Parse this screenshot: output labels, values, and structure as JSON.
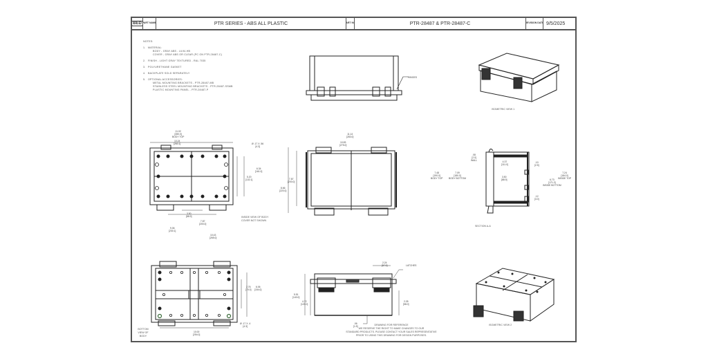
{
  "title_block": {
    "logo": "BED",
    "part_name_label": "PART NAME",
    "part_name": "PTR SERIES - ABS ALL PLASTIC",
    "part_no_label": "PART NO.",
    "part_no": "PTR-28487 & PTR-28487-C",
    "revision_date_label": "REVISION DATE",
    "revision_date": "9/5/2025"
  },
  "notes": {
    "heading": "NOTES:",
    "items": [
      {
        "num": "1.",
        "text": "MATERIAL:",
        "sub": [
          "BODY - GRAY ABS - UL94-HB",
          "COVER - GRAY ABS OR CLEAR (PC ON PTR-28487-C)"
        ]
      },
      {
        "num": "2.",
        "text": "FINISH - LIGHT GRAY TEXTURED - RAL 7035",
        "sub": []
      },
      {
        "num": "3.",
        "text": "POLYURETHANE GASKET",
        "sub": []
      },
      {
        "num": "4.",
        "text": "BACKPLATE SOLD SEPARATELY",
        "sub": []
      },
      {
        "num": "5.",
        "text": "OPTIONAL ACCESSORIES:",
        "sub": [
          "METAL MOUNTING BRACKETS - PTR-28487-MB",
          "STAINLESS STEEL MOUNTING BRACKETS - PTR-28487-SSMB",
          "PLASTIC MOUNTING PANEL - PTR-28487-P"
        ]
      }
    ]
  },
  "views": {
    "front_elevation": {
      "callout": "HINGES"
    },
    "isometric_1": {
      "caption": "ISOMETRIC VIEW 1"
    },
    "body_top": {
      "dims": [
        {
          "value": "11.02",
          "metric": "[280.0]",
          "label": "BODY TOP"
        },
        {
          "value": "10.24",
          "metric": "[260.1]",
          "label": "BODY BOTTOM"
        },
        {
          "value": "Ø .17 X .56",
          "metric": "[4.3]",
          "label": ""
        },
        {
          "value": "6.34",
          "metric": "[161.0]",
          "label": ""
        },
        {
          "value": "5.20",
          "metric": "[132.1]",
          "label": ""
        },
        {
          "value": "3.50",
          "metric": "[88.9]",
          "label": ""
        },
        {
          "value": "7.87",
          "metric": "[200.0]",
          "label": ""
        },
        {
          "value": "9.06",
          "metric": "[230.1]",
          "label": ""
        },
        {
          "value": "10.43",
          "metric": "[265.0]",
          "label": ""
        }
      ],
      "caption": "INSIDE VIEW OF BODY COVER NOT SHOWN"
    },
    "cover_top": {
      "dims": [
        {
          "value": "11.14",
          "metric": "[283.0]"
        },
        {
          "value": "10.83",
          "metric": "[275.0]"
        },
        {
          "value": "7.87",
          "metric": "[200.0]"
        },
        {
          "value": "8.66",
          "metric": "[220.0]"
        }
      ]
    },
    "section": {
      "dims": [
        {
          "value": "7.48",
          "metric": "[190.0]",
          "label": "BODY TOP"
        },
        {
          "value": "7.09",
          "metric": "[180.0]",
          "label": "BODY BOTTOM"
        },
        {
          "value": ".08",
          "metric": "[2.0]",
          "label": "WALL"
        },
        {
          "value": "4.37",
          "metric": "[111.0]",
          "label": ""
        },
        {
          "value": "3.50",
          "metric": "[88.9]",
          "label": ""
        },
        {
          "value": ".10",
          "metric": "[2.5]",
          "label": "WALL"
        },
        {
          "value": ".12",
          "metric": "[3.0]",
          "label": ""
        },
        {
          "value": "6.73",
          "metric": "[171.0]",
          "label": "INSIDE BOTTOM"
        },
        {
          "value": "7.24",
          "metric": "[184.0]",
          "label": "INSIDE TOP"
        }
      ],
      "caption": "SECTION A-A"
    },
    "bottom_view": {
      "dims": [
        {
          "value": "2.76",
          "metric": "[70.0]"
        },
        {
          "value": "6.06",
          "metric": "[154.0]"
        },
        {
          "value": "Ø .17 X .4",
          "metric": "[4.3]"
        },
        {
          "value": "10.00",
          "metric": "[254.0]"
        }
      ],
      "caption": "BOTTOM VIEW OF BODY"
    },
    "side_elevation": {
      "callout": "LATCHES",
      "dims": [
        {
          "value": "2.24",
          "metric": "[57.0]"
        },
        {
          "value": "5.51",
          "metric": "[140.0]"
        },
        {
          "value": "4.72",
          "metric": "[120.0]"
        },
        {
          "value": "2.28",
          "metric": "[58.0]"
        },
        {
          "value": ".06",
          "metric": "[1.5]"
        }
      ]
    },
    "isometric_2": {
      "caption": "ISOMETRIC VIEW 2"
    }
  },
  "disclaimer": [
    "DRAWING FOR REFERENCE",
    "WE RESERVE THE RIGHT TO MAKE CHANGES TO OUR",
    "STANDARD PRODUCTS. PLEASE CONTACT YOUR SALES REPRESENTATIVE",
    "PRIOR TO USING THIS DRAWING FOR DESIGN PURPOSES."
  ]
}
